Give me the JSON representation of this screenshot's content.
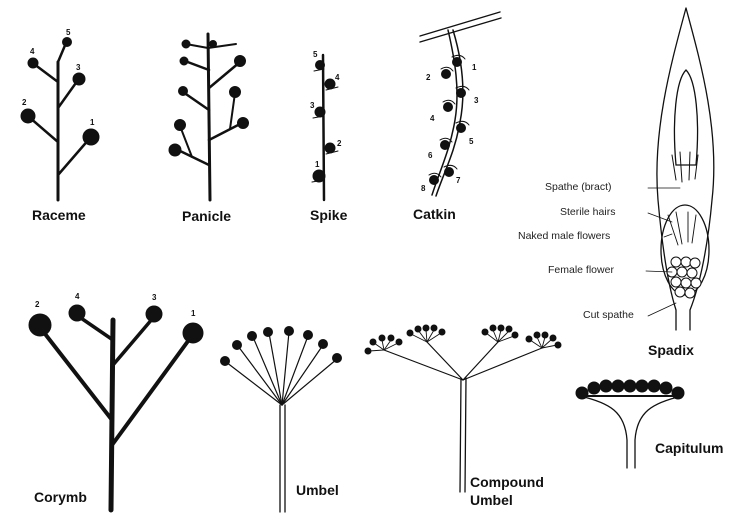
{
  "labels": {
    "raceme": "Raceme",
    "panicle": "Panicle",
    "spike": "Spike",
    "catkin": "Catkin",
    "spadix": "Spadix",
    "corymb": "Corymb",
    "umbel": "Umbel",
    "compound_umbel_1": "Compound",
    "compound_umbel_2": "Umbel",
    "capitulum": "Capitulum"
  },
  "spadix_parts": {
    "spathe": "Spathe (bract)",
    "sterile_hairs": "Sterile hairs",
    "male_flowers": "Naked male flowers",
    "female_flower": "Female flower",
    "cut_spathe": "Cut spathe"
  },
  "flower_order": [
    "1",
    "2",
    "3",
    "4",
    "5",
    "6",
    "7",
    "8"
  ]
}
